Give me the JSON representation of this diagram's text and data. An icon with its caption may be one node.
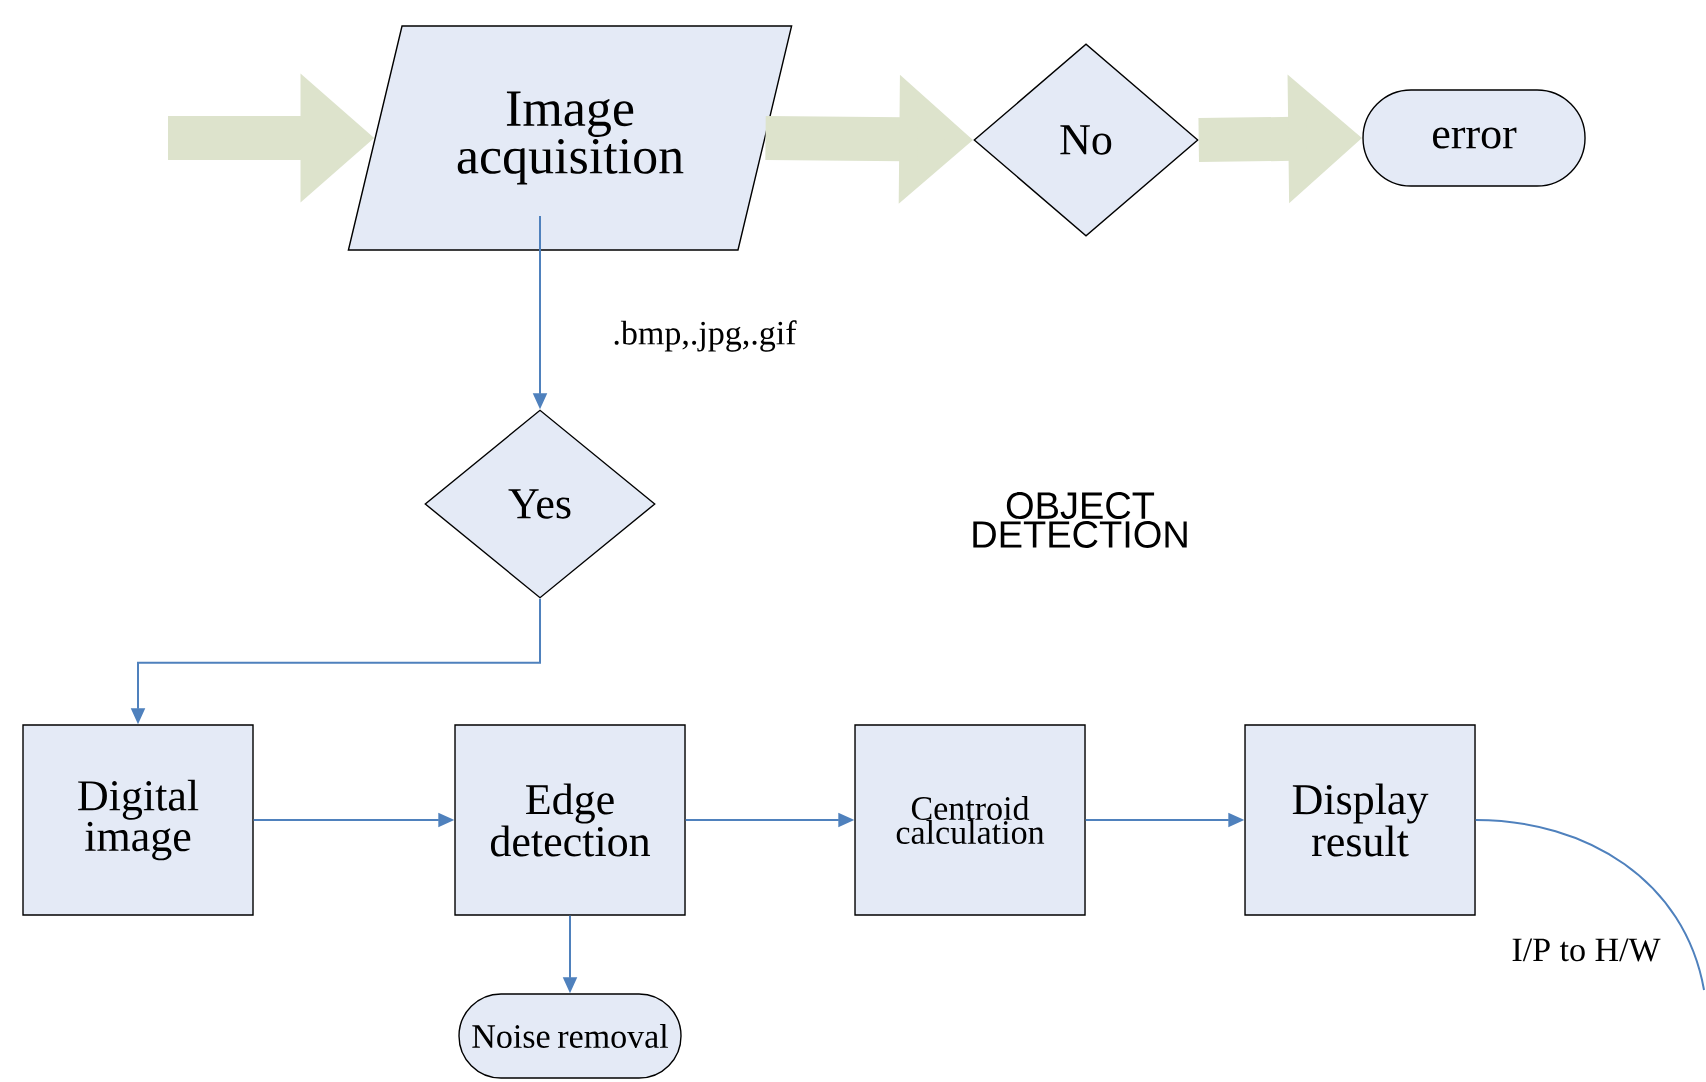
{
  "diagram": {
    "nodes": [
      {
        "text": [
          "Image acquisition"
        ]
      },
      {
        "text": [
          "No"
        ]
      },
      {
        "text": [
          "error"
        ]
      },
      {
        "text": [
          "Yes"
        ]
      },
      {
        "text": [
          "Digital image"
        ]
      },
      {
        "text": [
          "Edge detection"
        ]
      },
      {
        "text": [
          "Centroid calculation"
        ]
      },
      {
        "text": [
          "Display result"
        ]
      },
      {
        "text": [
          "Noise removal"
        ]
      }
    ],
    "edges": [
      {
        "from": null,
        "to": 0,
        "arrow": "to",
        "style": "thick",
        "color": "#dde3cc"
      },
      {
        "from": 0,
        "to": 1,
        "arrow": "to",
        "style": "thick",
        "color": "#dde3cc"
      },
      {
        "from": 1,
        "to": 2,
        "arrow": "to",
        "style": "thick",
        "color": "#dde3cc"
      },
      {
        "from": 0,
        "to": 3,
        "arrow": "to",
        "label": ".bmp,.jpg,.gif"
      },
      {
        "from": 3,
        "to": 4,
        "arrow": "to"
      },
      {
        "from": 4,
        "to": 5,
        "arrow": "to"
      },
      {
        "from": 5,
        "to": 6,
        "arrow": "to"
      },
      {
        "from": 6,
        "to": 7,
        "arrow": "to"
      },
      {
        "from": 5,
        "to": 8,
        "arrow": "to"
      },
      {
        "from": 7,
        "to": null,
        "arrow": "none",
        "label": "I/P to H/W"
      }
    ],
    "labels": [
      "OBJECT DETECTION"
    ]
  }
}
